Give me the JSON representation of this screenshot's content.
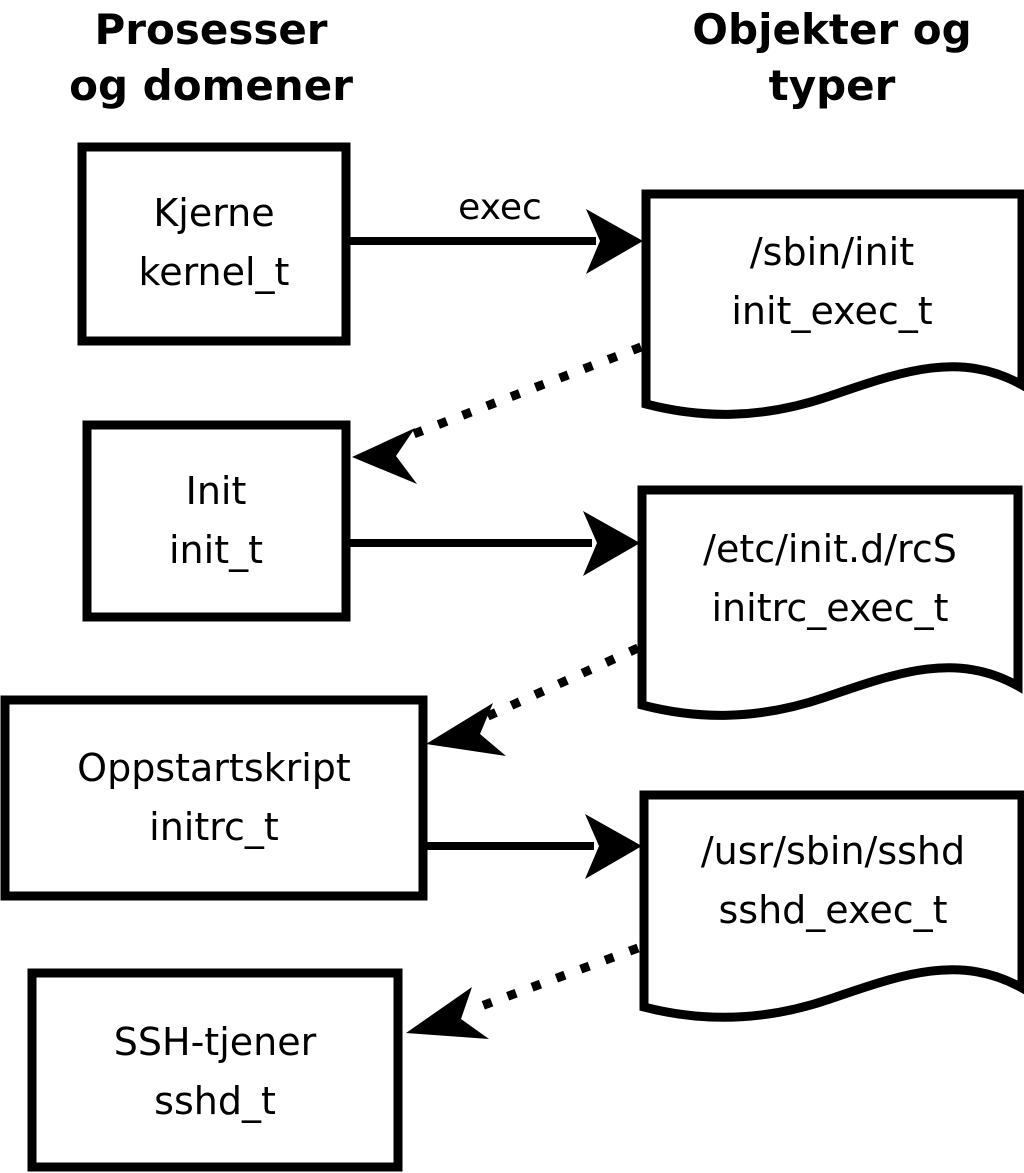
{
  "diagram": {
    "title_left": "Prosesser og domener",
    "title_right": "Objekter og typer",
    "headings": {
      "left_line1": "Prosesser",
      "left_line2": "og domener",
      "right_line1": "Objekter og",
      "right_line2": "typer"
    },
    "colors": {
      "background": "#ffffff",
      "stroke": "#000000",
      "text": "#000000"
    },
    "processes": [
      {
        "name": "Kjerne",
        "type": "kernel_t"
      },
      {
        "name": "Init",
        "type": "init_t"
      },
      {
        "name": "Oppstartskript",
        "type": "initrc_t"
      },
      {
        "name": "SSH-tjener",
        "type": "sshd_t"
      }
    ],
    "objects": [
      {
        "path": "/sbin/init",
        "type": "init_exec_t"
      },
      {
        "path": "/etc/init.d/rcS",
        "type": "initrc_exec_t"
      },
      {
        "path": "/usr/sbin/sshd",
        "type": "sshd_exec_t"
      }
    ],
    "edges": [
      {
        "label": "exec",
        "from": "Kjerne kernel_t",
        "to": "/sbin/init init_exec_t",
        "style": "solid"
      },
      {
        "label": "",
        "from": "/sbin/init init_exec_t",
        "to": "Init init_t",
        "style": "dotted"
      },
      {
        "label": "",
        "from": "Init init_t",
        "to": "/etc/init.d/rcS initrc_exec_t",
        "style": "solid"
      },
      {
        "label": "",
        "from": "/etc/init.d/rcS initrc_exec_t",
        "to": "Oppstartskript initrc_t",
        "style": "dotted"
      },
      {
        "label": "",
        "from": "Oppstartskript initrc_t",
        "to": "/usr/sbin/sshd sshd_exec_t",
        "style": "solid"
      },
      {
        "label": "",
        "from": "/usr/sbin/sshd sshd_exec_t",
        "to": "SSH-tjener sshd_t",
        "style": "dotted"
      }
    ]
  }
}
